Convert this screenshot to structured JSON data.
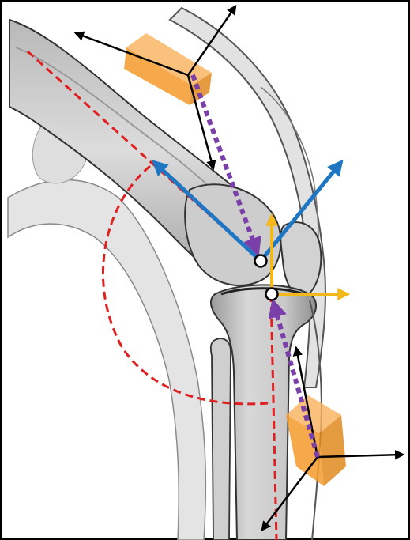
{
  "figure": {
    "subject": "knee-joint",
    "colors": {
      "frame": "#000000",
      "bone_fill": "#cfcfcf",
      "bone_edge": "#3a3a3a",
      "bone_shade": "#a9a9a9",
      "tendon_fill": "#dcdcdc",
      "femur_axis": "#e02020",
      "tibia_axis": "#e02020",
      "flexion_arc": "#e02020",
      "blue_axes": "#1f77c4",
      "yellow_axes": "#f2b81c",
      "purple_vectors": "#7a3fa8",
      "orange_markers": "#f39a2a",
      "black_arrows": "#000000",
      "joint_points_fill": "#ffffff"
    },
    "elements": [
      {
        "name": "femur-bone",
        "kind": "bone"
      },
      {
        "name": "tibia-bone",
        "kind": "bone"
      },
      {
        "name": "fibula-bone",
        "kind": "bone"
      },
      {
        "name": "patella-bone",
        "kind": "bone"
      },
      {
        "name": "quadriceps-tendon",
        "kind": "soft-tissue"
      },
      {
        "name": "femur-sensor-marker",
        "kind": "marker"
      },
      {
        "name": "tibia-sensor-marker",
        "kind": "marker"
      },
      {
        "name": "femoral-joint-center",
        "kind": "point"
      },
      {
        "name": "tibial-joint-center",
        "kind": "point"
      }
    ],
    "line_styles": {
      "axis_dash": "10 6",
      "vector_dash": "7 5"
    }
  }
}
